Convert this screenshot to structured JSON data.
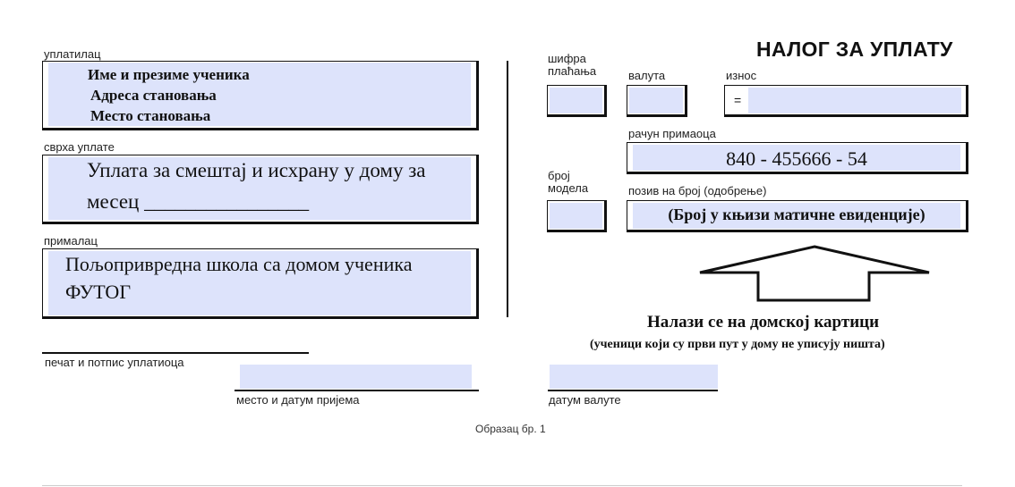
{
  "title": "НАЛОГ ЗА УПЛАТУ",
  "payer": {
    "label": "уплатилац",
    "lines": [
      "Име и презиме ученика",
      "Адреса становања",
      "Место становања"
    ]
  },
  "purpose": {
    "label": "сврха уплате",
    "line1": "Уплата за смештај и исхрану у дому за",
    "line2": "месец ________________"
  },
  "recipient": {
    "label": "прималац",
    "line1": "Пољопривредна школа са домом ученика",
    "line2": "ФУТОГ"
  },
  "payment_code": {
    "label_line1": "шифра",
    "label_line2": "плаћања"
  },
  "currency": {
    "label": "валута"
  },
  "amount": {
    "label": "износ",
    "prefix": "="
  },
  "account": {
    "label": "рачун примаоца",
    "value": "840 - 455666 - 54"
  },
  "model": {
    "label_line1": "број",
    "label_line2": "модела"
  },
  "reference": {
    "label": "позив на број (одобрење)",
    "value": "(Број у књизи матичне евиденције)"
  },
  "note": {
    "main": "Налази се на домској картици",
    "sub": "(ученици који су први пут у дому не уписују ништа)"
  },
  "signature": {
    "label": "печат и потпис уплатиоца"
  },
  "place_date": {
    "label": "место и датум пријема"
  },
  "value_date": {
    "label": "датум валуте"
  },
  "form_number": "Образац бр. 1",
  "colors": {
    "field_fill": "#dde3fb",
    "border": "#111111"
  }
}
